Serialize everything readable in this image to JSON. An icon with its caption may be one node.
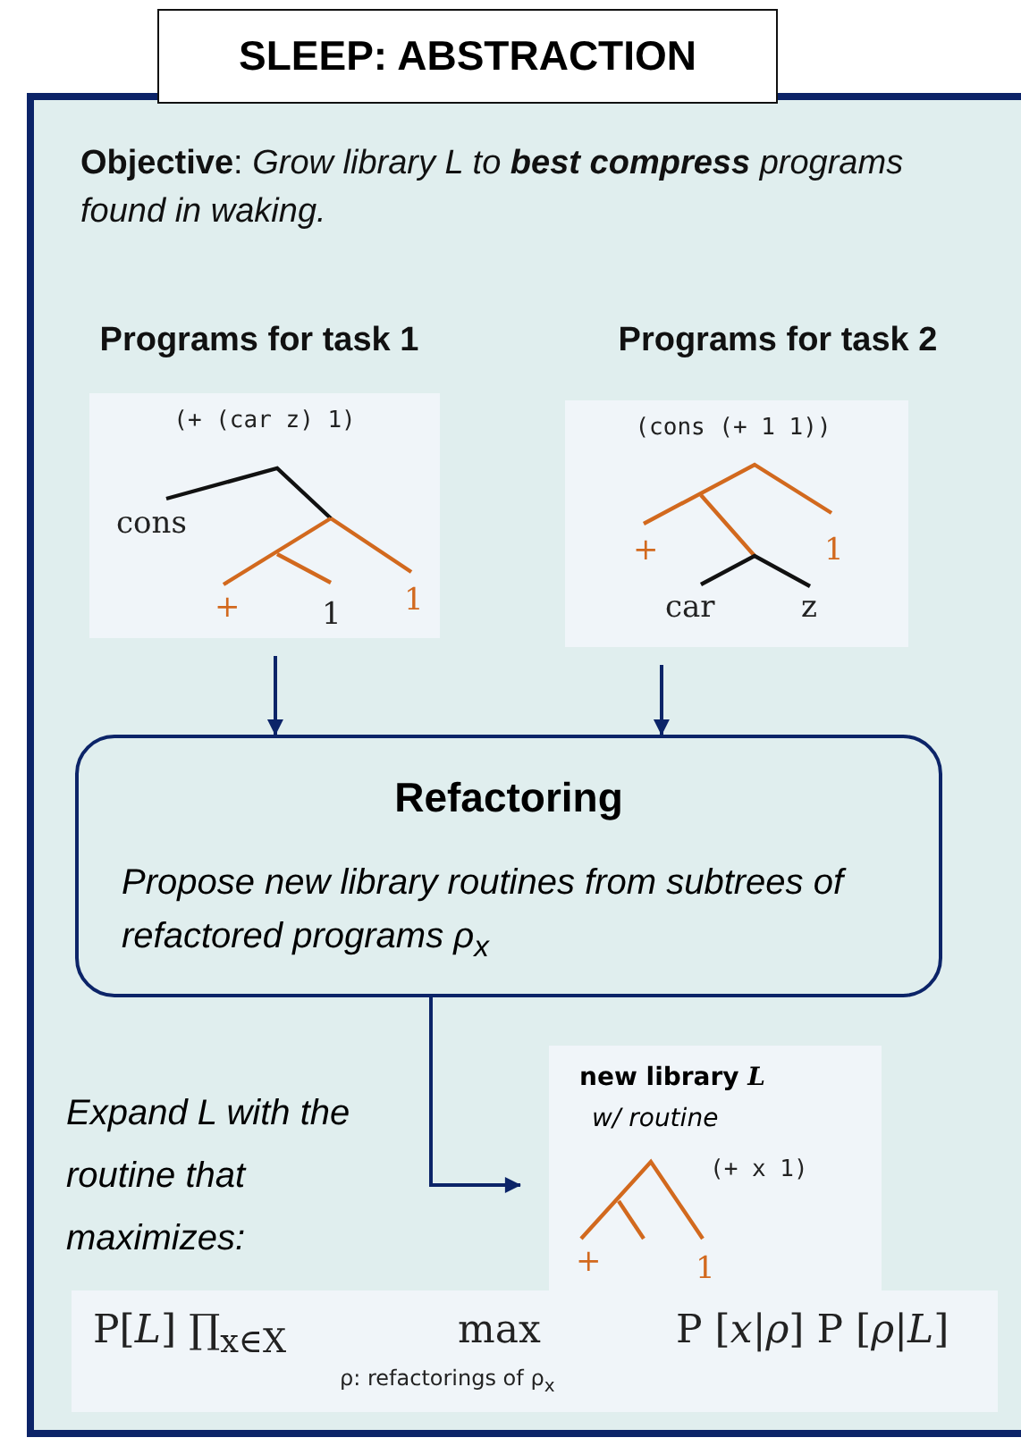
{
  "diagram": {
    "title": "SLEEP: ABSTRACTION",
    "nodes": [
      {
        "text": [
          "**Objective**: *Grow library L to* **best compress** *programs found in waking.*"
        ]
      },
      {
        "text": [
          "Programs for task 1",
          "(+ (car z) 1)",
          "cons",
          "+",
          "1",
          "1"
        ],
        "in": 0
      },
      {
        "text": [
          "Programs for task 2",
          "(cons (+ 1 1))",
          "+",
          "1",
          "car",
          "z"
        ],
        "in": 0
      },
      {
        "text": [
          "Refactoring",
          "Propose new library routines from subtrees of refactored programs ρ$_{x}$"
        ],
        "in": 0
      },
      {
        "text": [
          "new library *L*",
          "w/ routine",
          "(+ x 1)",
          "+",
          "1"
        ],
        "in": 0
      }
    ],
    "edges": [
      {
        "from": 1,
        "to": 3,
        "arrow": "to"
      },
      {
        "from": 2,
        "to": 3,
        "arrow": "to"
      },
      {
        "from": 3,
        "to": 4,
        "arrow": "to"
      }
    ],
    "labels": [
      "Expand L with the routine that maximizes:",
      "P[*L*] ∏$_{x∈X}$",
      "max",
      "ρ: refactorings of ρ$_{x}$",
      "P [*x*|*ρ*] P [*ρ*|*L*]"
    ]
  }
}
